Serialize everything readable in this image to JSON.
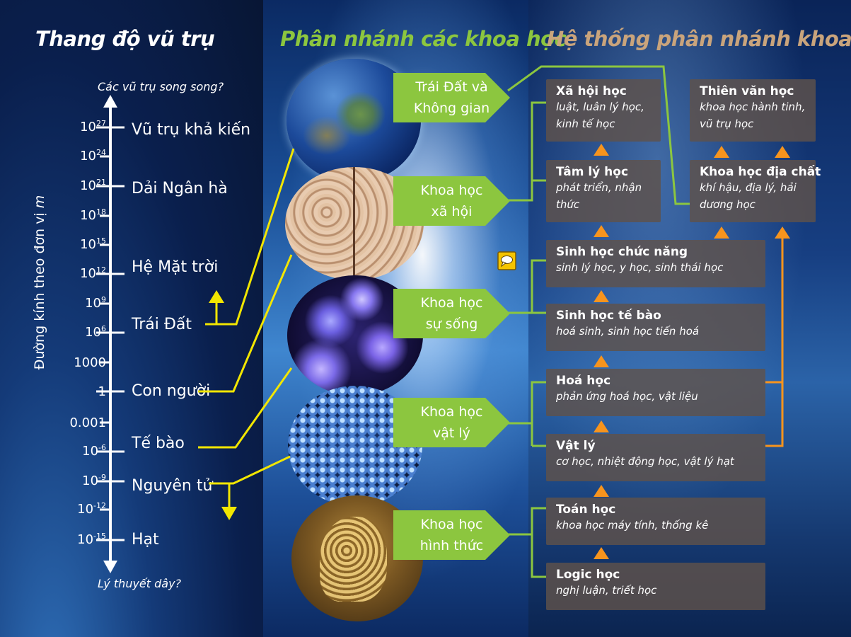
{
  "titles": {
    "scale": "Thang độ vũ trụ",
    "branches": "Phân nhánh các khoa học",
    "system": "Hệ thống phân nhánh khoa học"
  },
  "scale": {
    "top_note": "Các vũ trụ song song?",
    "bottom_note": "Lý thuyết dây?",
    "y_label": "Đường kính theo đơn vị",
    "y_unit": "m",
    "ticks": [
      {
        "base": "10",
        "exp": "27"
      },
      {
        "base": "10",
        "exp": "24"
      },
      {
        "base": "10",
        "exp": "21"
      },
      {
        "base": "10",
        "exp": "18"
      },
      {
        "base": "10",
        "exp": "15"
      },
      {
        "base": "10",
        "exp": "12"
      },
      {
        "base": "10",
        "exp": "9"
      },
      {
        "base": "10",
        "exp": "6"
      },
      {
        "base": "1000",
        "exp": ""
      },
      {
        "base": "1",
        "exp": ""
      },
      {
        "base": "0.001",
        "exp": ""
      },
      {
        "base": "10",
        "exp": "-6"
      },
      {
        "base": "10",
        "exp": "-9"
      },
      {
        "base": "10",
        "exp": "-12"
      },
      {
        "base": "10",
        "exp": "-15"
      }
    ],
    "levels": [
      "Vũ trụ khả kiến",
      "Dải Ngân hà",
      "Hệ Mặt trời",
      "Trái Đất",
      "Con người",
      "Tế bào",
      "Nguyên tử",
      "Hạt"
    ]
  },
  "branches": [
    {
      "line1": "Trái Đất và",
      "line2": "Không gian"
    },
    {
      "line1": "Khoa học",
      "line2": "xã hội"
    },
    {
      "line1": "Khoa học",
      "line2": "sự sống"
    },
    {
      "line1": "Khoa học",
      "line2": "vật lý"
    },
    {
      "line1": "Khoa học",
      "line2": "hình thức"
    }
  ],
  "fields": [
    {
      "title": "Xã hội học",
      "sub": "luật, luân lý học, kinh tế học"
    },
    {
      "title": "Tâm lý học",
      "sub": "phát triển, nhận thức"
    },
    {
      "title": "Thiên văn học",
      "sub": "khoa học hành tinh, vũ trụ học"
    },
    {
      "title": "Khoa học địa chất",
      "sub": "khí hậu, địa lý, hải dương học"
    },
    {
      "title": "Sinh học chức năng",
      "sub": "sinh lý học, y học, sinh thái học"
    },
    {
      "title": "Sinh học tế bào",
      "sub": "hoá sinh, sinh học tiến hoá"
    },
    {
      "title": "Hoá học",
      "sub": "phản ứng hoá học, vật liệu"
    },
    {
      "title": "Vật lý",
      "sub": "cơ học, nhiệt động học, vật lý hạt"
    },
    {
      "title": "Toán học",
      "sub": "khoa học máy tính, thống kê"
    },
    {
      "title": "Logic học",
      "sub": "nghị luận, triết học"
    }
  ],
  "colors": {
    "branch_green": "#8cc63f",
    "connector_yellow": "#f2e600",
    "arrow_orange": "#f7941d",
    "system_title": "#c9a47c",
    "field_box": "#5f524a"
  },
  "icons": [
    "speech-bubble-icon"
  ]
}
